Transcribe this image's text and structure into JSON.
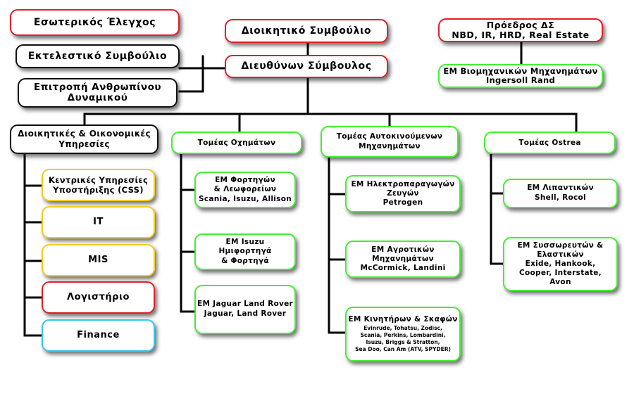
{
  "colors": {
    "red": "#e0202a",
    "black": "#111111",
    "green": "#44ee33",
    "yellow": "#f2cd22",
    "blue": "#38c6ee",
    "connector": "#000000"
  },
  "top": {
    "internal_audit": "Εσωτερικός Έλεγχος",
    "board": "Διοικητικό Συμβούλιο",
    "chairman": "Πρόεδρος ΔΣ\nNBD, IR, HRD, Real Estate",
    "executive_board": "Εκτελεστικό Συμβούλιο",
    "ceo": "Διευθύνων Σύμβουλος",
    "hr_committee": "Επιτροπή Ανθρωπίνου\nΔυναμικού",
    "industrial_be": "ΕΜ Βιομηχανικών Μηχανημάτων\nIngersoll Rand"
  },
  "divisions": {
    "admin": {
      "title": "Διοικητικές & Οικονομικές\nΥπηρεσίες",
      "items": [
        "Κεντρικές Υπηρεσίες\nΥποστήριξης (CSS)",
        "IT",
        "MIS",
        "Λογιστήριο",
        "Finance"
      ]
    },
    "vehicles": {
      "title": "Τομέας Οχημάτων",
      "items": [
        "ΕΜ Φορτηγών\n& Λεωφορείων\nScania, Isuzu, Allison",
        "ΕΜ Isuzu\nΗμιφορτηγά\n& Φορτηγά",
        "ΕΜ Jaguar Land Rover\nJaguar, Land Rover"
      ]
    },
    "machinery": {
      "title": "Τομέας Αυτοκινούμενων\nΜηχανημάτων",
      "items": [
        "ΕΜ Ηλεκτροπαραγωγών\nΖευγών\nPetrogen",
        "ΕΜ Αγροτικών\nΜηχανημάτων\nMcCormick, Landini"
      ],
      "engines_title": "ΕΜ Κινητήρων & Σκαφών",
      "engines_brands": "Evinrude, Tohatsu, Zodisc,\nScania, Perkins, Lombardini,\nIsuzu, Briggs & Stratton,\nSea Doo, Can Am (ATV, SPYDER)"
    },
    "ostrea": {
      "title": "Τομέας Ostrea",
      "items": [
        "ΕΜ Λιπαντικών\nShell, Rocol",
        "ΕΜ Συσσωρευτών &\nΕλαστικών\nExide, Hankook,\nCooper, Interstate,\nAvon"
      ]
    }
  }
}
